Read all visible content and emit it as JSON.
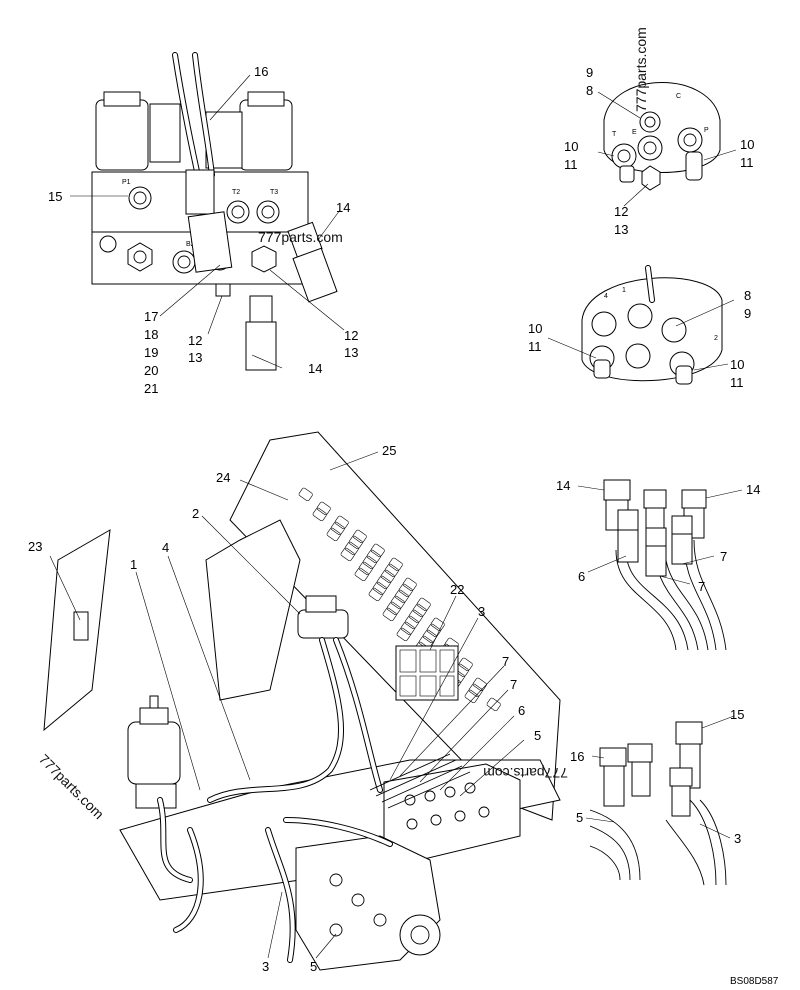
{
  "diagram_code": "BS08D587",
  "watermarks": [
    "777parts.com",
    "777parts.com",
    "777parts.com",
    "777parts.com"
  ],
  "valve_ports": [
    "P1",
    "T2",
    "T3",
    "B2"
  ],
  "dial_letters": [
    "C",
    "T",
    "E",
    "P",
    "4",
    "1",
    "2"
  ],
  "labels": {
    "valve_16": "16",
    "valve_15": "15",
    "valve_14a": "14",
    "valve_14b": "14",
    "valve_17": "17",
    "valve_18": "18",
    "valve_19": "19",
    "valve_20": "20",
    "valve_21": "21",
    "valve_12a": "12",
    "valve_13a": "13",
    "valve_12b": "12",
    "valve_13b": "13",
    "top_9": "9",
    "top_8": "8",
    "top_10a": "10",
    "top_11a": "11",
    "top_10b": "10",
    "top_11b": "11",
    "top_12": "12",
    "top_13": "13",
    "mid_8": "8",
    "mid_9": "9",
    "mid_10a": "10",
    "mid_11a": "11",
    "mid_10b": "10",
    "mid_11b": "11",
    "fit1_14a": "14",
    "fit1_14b": "14",
    "fit1_6": "6",
    "fit1_7a": "7",
    "fit1_7b": "7",
    "fit2_15": "15",
    "fit2_16": "16",
    "fit2_5": "5",
    "fit2_3": "3",
    "main_25": "25",
    "main_24": "24",
    "main_2": "2",
    "main_23": "23",
    "main_4": "4",
    "main_1": "1",
    "main_22": "22",
    "main_3a": "3",
    "main_7a": "7",
    "main_7b": "7",
    "main_6": "6",
    "main_5a": "5",
    "main_3b": "3",
    "main_5b": "5"
  }
}
